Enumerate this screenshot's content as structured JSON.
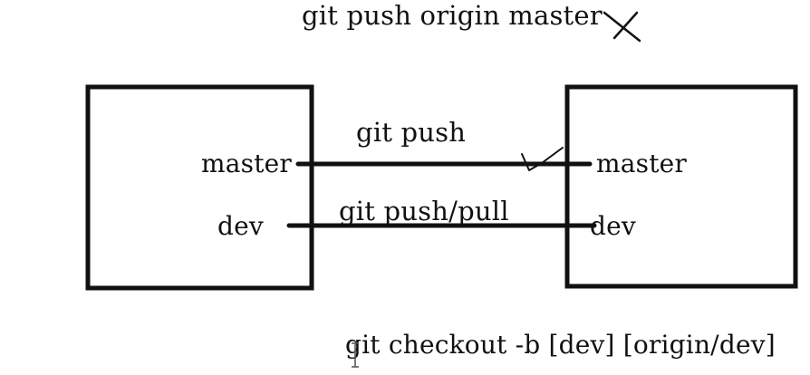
{
  "title": "git push origin master",
  "local_repo": {
    "branches": [
      "master",
      "dev"
    ]
  },
  "remote_repo": {
    "branches": [
      "master",
      "dev"
    ]
  },
  "connections": [
    {
      "from": "master",
      "to": "master",
      "label": "git push",
      "status": "check"
    },
    {
      "from": "dev",
      "to": "dev",
      "label": "git push/pull"
    }
  ],
  "status_marks": {
    "title_mark": "cross",
    "push_mark": "check"
  },
  "bottom_command": "git checkout -b [dev] [origin/dev]",
  "colors": {
    "line": "#111111",
    "background": "#ffffff"
  }
}
